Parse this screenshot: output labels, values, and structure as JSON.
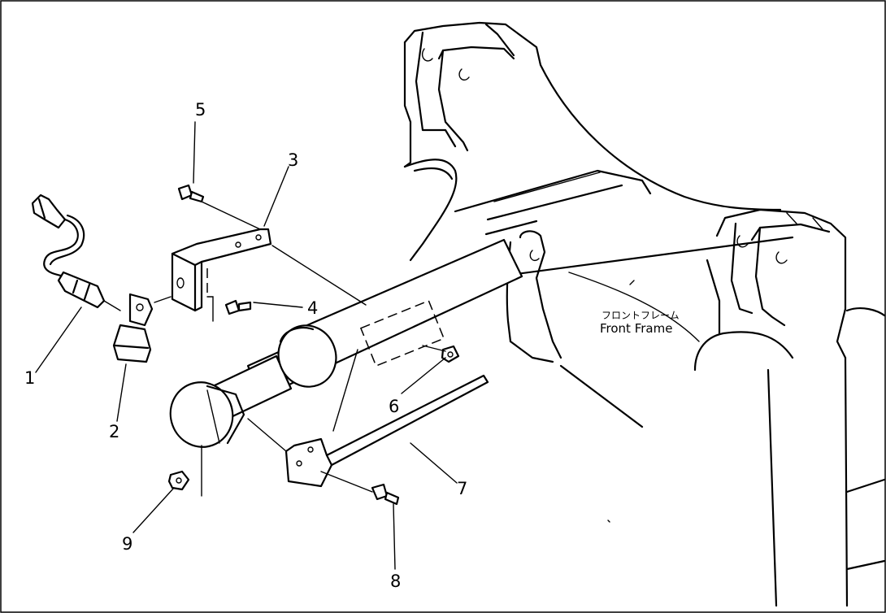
{
  "diagram": {
    "frame_label_jp": "フロントフレーム",
    "frame_label_en": "Front Frame",
    "callouts": [
      {
        "id": "c1",
        "text": "1"
      },
      {
        "id": "c2",
        "text": "2"
      },
      {
        "id": "c3",
        "text": "3"
      },
      {
        "id": "c4",
        "text": "4"
      },
      {
        "id": "c5",
        "text": "5"
      },
      {
        "id": "c6",
        "text": "6"
      },
      {
        "id": "c7",
        "text": "7"
      },
      {
        "id": "c8",
        "text": "8"
      },
      {
        "id": "c9",
        "text": "9"
      }
    ]
  }
}
